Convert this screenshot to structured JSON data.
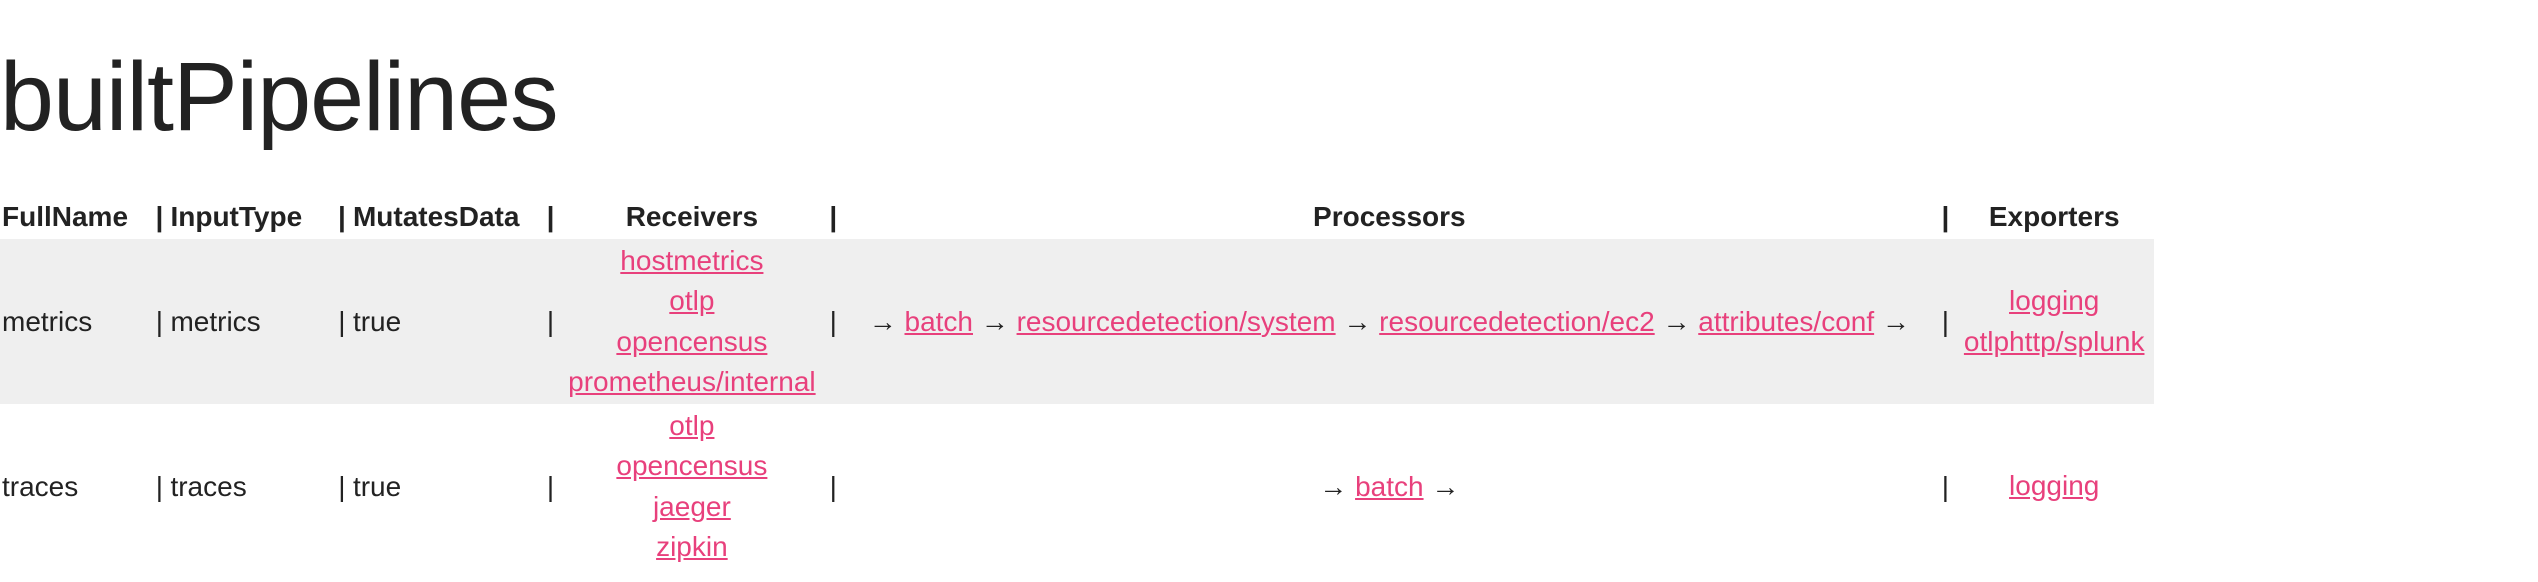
{
  "page": {
    "title": "builtPipelines"
  },
  "table": {
    "separator": "|",
    "arrow": "→",
    "headers": {
      "full_name": "FullName",
      "input_type": "InputType",
      "mutates_data": "MutatesData",
      "receivers": "Receivers",
      "processors": "Processors",
      "exporters": "Exporters"
    },
    "rows": [
      {
        "full_name": "metrics",
        "input_type": "metrics",
        "mutates_data": "true",
        "receivers": [
          "hostmetrics",
          "otlp",
          "opencensus",
          "prometheus/internal"
        ],
        "processors": [
          "batch",
          "resourcedetection/system",
          "resourcedetection/ec2",
          "attributes/conf"
        ],
        "exporters": [
          "logging",
          "otlphttp/splunk"
        ]
      },
      {
        "full_name": "traces",
        "input_type": "traces",
        "mutates_data": "true",
        "receivers": [
          "otlp",
          "opencensus",
          "jaeger",
          "zipkin"
        ],
        "processors": [
          "batch"
        ],
        "exporters": [
          "logging"
        ]
      }
    ]
  },
  "colors": {
    "link": "#e8407c",
    "row_stripe": "#efefef",
    "text": "#222222"
  }
}
